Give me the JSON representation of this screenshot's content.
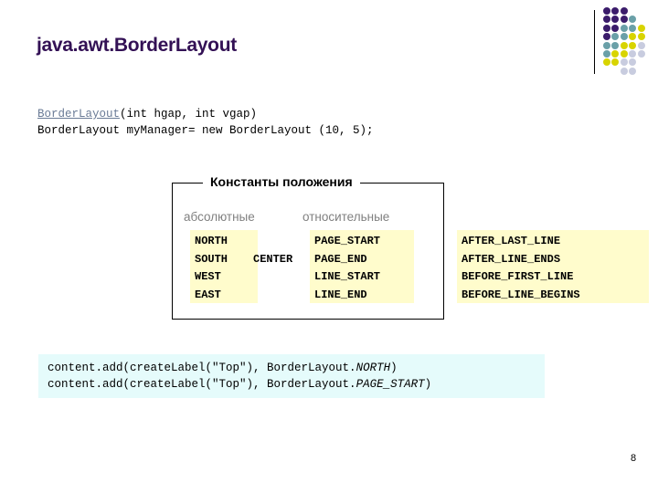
{
  "slide": {
    "title": "java.awt.BorderLayout",
    "page_number": "8",
    "accent_color": "#331155",
    "highlight_color": "#fffccc",
    "code_background": "#e5fbfb",
    "link_color": "#6a7b96",
    "heading_gray": "#808080"
  },
  "logo": {
    "name": "dotted-grid-logo",
    "colors": [
      "#3b1c6b",
      "#6aa0a8",
      "#d8d400",
      "#c8ccdf"
    ],
    "dots": [
      {
        "col": 0,
        "row": 0,
        "color": "#3b1c6b"
      },
      {
        "col": 1,
        "row": 0,
        "color": "#3b1c6b"
      },
      {
        "col": 2,
        "row": 0,
        "color": "#3b1c6b"
      },
      {
        "col": 0,
        "row": 1,
        "color": "#3b1c6b"
      },
      {
        "col": 1,
        "row": 1,
        "color": "#3b1c6b"
      },
      {
        "col": 2,
        "row": 1,
        "color": "#3b1c6b"
      },
      {
        "col": 3,
        "row": 1,
        "color": "#6aa0a8"
      },
      {
        "col": 0,
        "row": 2,
        "color": "#3b1c6b"
      },
      {
        "col": 1,
        "row": 2,
        "color": "#3b1c6b"
      },
      {
        "col": 2,
        "row": 2,
        "color": "#6aa0a8"
      },
      {
        "col": 3,
        "row": 2,
        "color": "#6aa0a8"
      },
      {
        "col": 4,
        "row": 2,
        "color": "#d8d400"
      },
      {
        "col": 0,
        "row": 3,
        "color": "#3b1c6b"
      },
      {
        "col": 1,
        "row": 3,
        "color": "#6aa0a8"
      },
      {
        "col": 2,
        "row": 3,
        "color": "#6aa0a8"
      },
      {
        "col": 3,
        "row": 3,
        "color": "#d8d400"
      },
      {
        "col": 4,
        "row": 3,
        "color": "#d8d400"
      },
      {
        "col": 0,
        "row": 4,
        "color": "#6aa0a8"
      },
      {
        "col": 1,
        "row": 4,
        "color": "#6aa0a8"
      },
      {
        "col": 2,
        "row": 4,
        "color": "#d8d400"
      },
      {
        "col": 3,
        "row": 4,
        "color": "#d8d400"
      },
      {
        "col": 4,
        "row": 4,
        "color": "#c8ccdf"
      },
      {
        "col": 0,
        "row": 5,
        "color": "#6aa0a8"
      },
      {
        "col": 1,
        "row": 5,
        "color": "#d8d400"
      },
      {
        "col": 2,
        "row": 5,
        "color": "#d8d400"
      },
      {
        "col": 3,
        "row": 5,
        "color": "#c8ccdf"
      },
      {
        "col": 4,
        "row": 5,
        "color": "#c8ccdf"
      },
      {
        "col": 0,
        "row": 6,
        "color": "#d8d400"
      },
      {
        "col": 1,
        "row": 6,
        "color": "#d8d400"
      },
      {
        "col": 2,
        "row": 6,
        "color": "#c8ccdf"
      },
      {
        "col": 3,
        "row": 6,
        "color": "#c8ccdf"
      },
      {
        "col": 2,
        "row": 7,
        "color": "#c8ccdf"
      },
      {
        "col": 3,
        "row": 7,
        "color": "#c8ccdf"
      }
    ]
  },
  "signature": {
    "link_text": "BorderLayout",
    "params_text": "(int hgap, int vgap)",
    "declaration": "BorderLayout myManager= new BorderLayout (10, 5);"
  },
  "constants_panel": {
    "legend": "Константы положения",
    "heading_absolute": "абсолютные",
    "heading_relative": "относительные",
    "absolute_list": "NORTH\nSOUTH\nWEST\nEAST",
    "center_label": "CENTER",
    "relative_list": "PAGE_START\nPAGE_END\nLINE_START\nLINE_END"
  },
  "extra_constants": {
    "list": "AFTER_LAST_LINE\nAFTER_LINE_ENDS\nBEFORE_FIRST_LINE\nBEFORE_LINE_BEGINS"
  },
  "usage": {
    "line1_prefix": "content.add(createLabel(\"Top\"), BorderLayout.",
    "line1_const": "NORTH",
    "line1_suffix": ")",
    "line2_prefix": "content.add(createLabel(\"Top\"), BorderLayout.",
    "line2_const": "PAGE_START",
    "line2_suffix": ")"
  }
}
